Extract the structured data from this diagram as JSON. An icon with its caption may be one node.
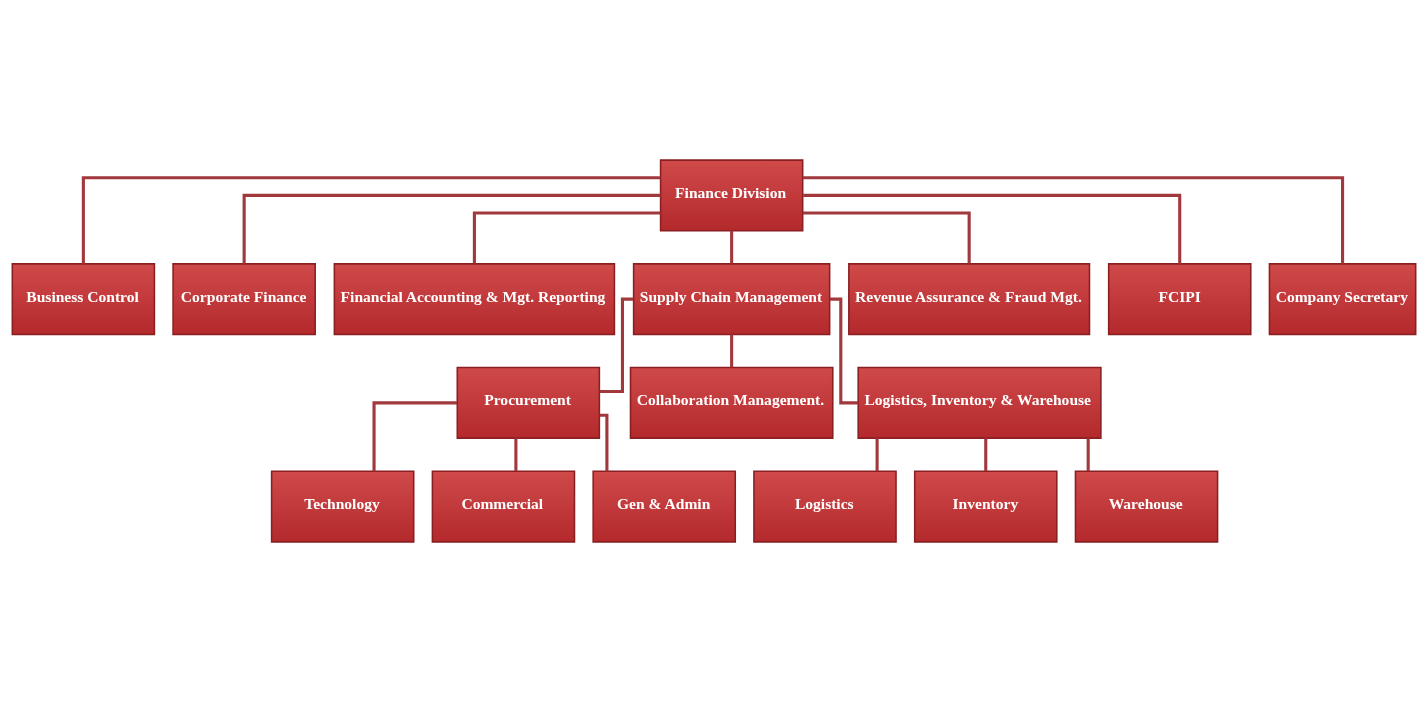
{
  "diagram": {
    "nodes": [
      {
        "text": [
          "Finance Division"
        ]
      },
      {
        "text": [
          "Business Control"
        ]
      },
      {
        "text": [
          "Corporate Finance"
        ]
      },
      {
        "text": [
          "Financial Accounting & Mgt. Reporting"
        ]
      },
      {
        "text": [
          "Supply Chain Management"
        ]
      },
      {
        "text": [
          "Revenue Assurance & Fraud Mgt."
        ]
      },
      {
        "text": [
          "FCIPI"
        ]
      },
      {
        "text": [
          "Company Secretary"
        ]
      },
      {
        "text": [
          "Procurement"
        ]
      },
      {
        "text": [
          "Collaboration Management."
        ]
      },
      {
        "text": [
          "Logistics, Inventory & Warehouse"
        ]
      },
      {
        "text": [
          "Technology"
        ]
      },
      {
        "text": [
          "Commercial"
        ]
      },
      {
        "text": [
          "Gen & Admin"
        ]
      },
      {
        "text": [
          "Logistics"
        ]
      },
      {
        "text": [
          "Inventory"
        ]
      },
      {
        "text": [
          "Warehouse"
        ]
      }
    ],
    "edges": [
      {
        "from": 0,
        "to": 1,
        "arrow": "none"
      },
      {
        "from": 0,
        "to": 2,
        "arrow": "none"
      },
      {
        "from": 0,
        "to": 3,
        "arrow": "none"
      },
      {
        "from": 0,
        "to": 4,
        "arrow": "none"
      },
      {
        "from": 0,
        "to": 5,
        "arrow": "none"
      },
      {
        "from": 0,
        "to": 6,
        "arrow": "none"
      },
      {
        "from": 0,
        "to": 7,
        "arrow": "none"
      },
      {
        "from": 4,
        "to": 8,
        "arrow": "none"
      },
      {
        "from": 4,
        "to": 9,
        "arrow": "none"
      },
      {
        "from": 4,
        "to": 10,
        "arrow": "none"
      },
      {
        "from": 8,
        "to": 11,
        "arrow": "none"
      },
      {
        "from": 8,
        "to": 12,
        "arrow": "none"
      },
      {
        "from": 8,
        "to": 13,
        "arrow": "none"
      },
      {
        "from": 10,
        "to": 14,
        "arrow": "none"
      },
      {
        "from": 10,
        "to": 15,
        "arrow": "none"
      },
      {
        "from": 10,
        "to": 16,
        "arrow": "none"
      }
    ]
  }
}
